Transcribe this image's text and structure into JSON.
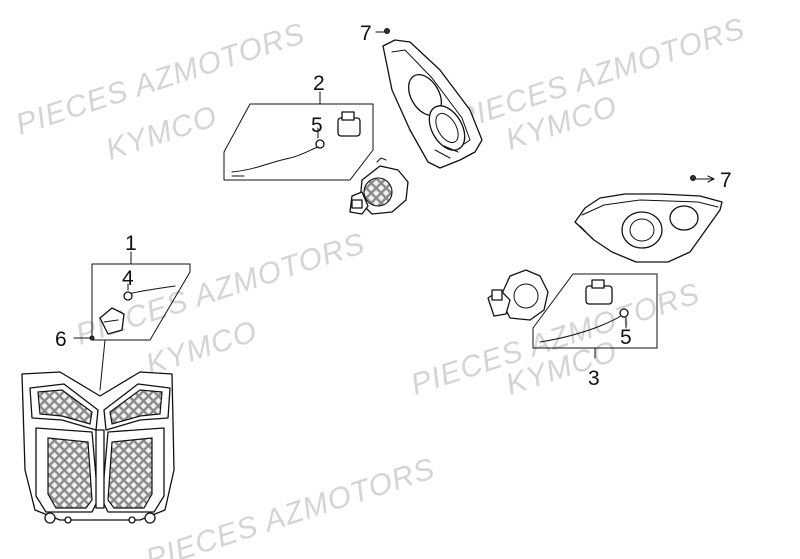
{
  "watermarks": [
    {
      "text": "PIECES AZMOTORS"
    },
    {
      "text": "KYMCO"
    },
    {
      "text": "PIECES AZMOTORS"
    },
    {
      "text": "KYMCO"
    },
    {
      "text": "PIECES AZMOTORS"
    },
    {
      "text": "KYMCO"
    },
    {
      "text": "PIECES AZMOTORS"
    },
    {
      "text": "KYMCO"
    },
    {
      "text": "PIECES AZMOTORS"
    }
  ],
  "callouts": [
    {
      "label": "7"
    },
    {
      "label": "2"
    },
    {
      "label": "5"
    },
    {
      "label": "7"
    },
    {
      "label": "1"
    },
    {
      "label": "4"
    },
    {
      "label": "6"
    },
    {
      "label": "5"
    },
    {
      "label": "3"
    }
  ]
}
